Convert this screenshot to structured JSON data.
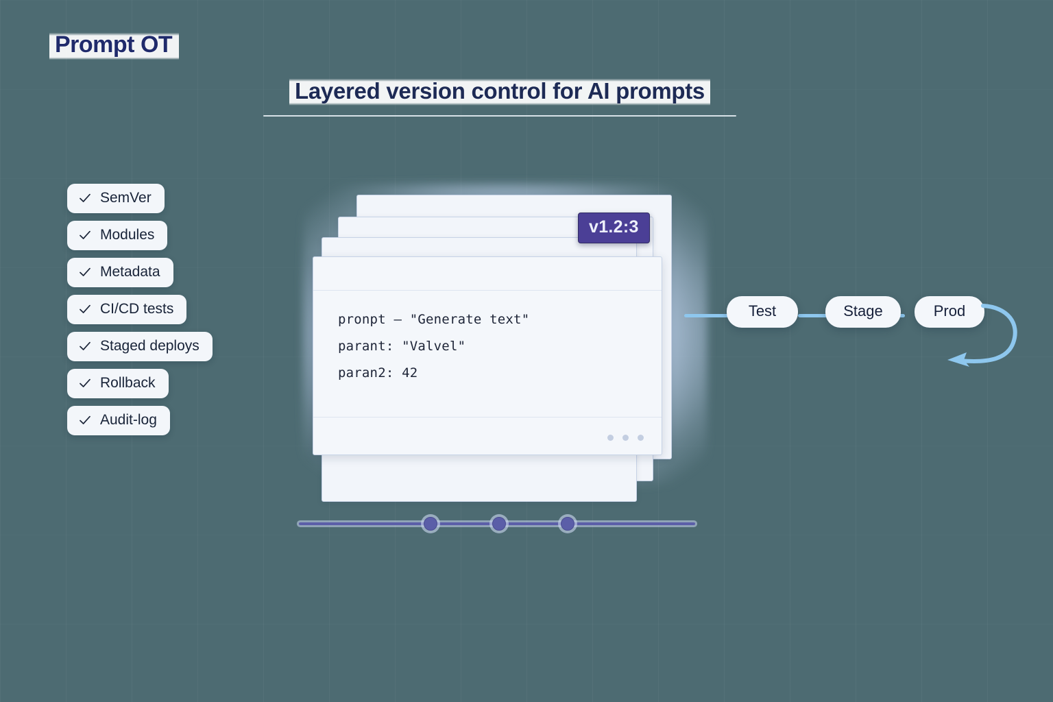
{
  "brand": {
    "name": "Prompt OT"
  },
  "header": {
    "title": "Layered version control for AI prompts"
  },
  "features": {
    "items": [
      {
        "label": "SemVer",
        "icon": "check-icon"
      },
      {
        "label": "Modules",
        "icon": "check-icon"
      },
      {
        "label": "Metadata",
        "icon": "check-icon"
      },
      {
        "label": "CI/CD tests",
        "icon": "check-icon"
      },
      {
        "label": "Staged deploys",
        "icon": "check-icon"
      },
      {
        "label": "Rollback",
        "icon": "check-icon"
      },
      {
        "label": "Audit-log",
        "icon": "check-icon"
      }
    ]
  },
  "card_stack": {
    "layers": 4,
    "version_badge": "v1.2:3",
    "code_lines": [
      "pronpt – \"Generate text\"",
      "parant: \"Valvel\"",
      "paran2: 42"
    ],
    "overflow_dots": 3
  },
  "timeline": {
    "commit_count": 3,
    "dot_positions": [
      192,
      292,
      392
    ]
  },
  "pipeline": {
    "stages": [
      {
        "label": "Test"
      },
      {
        "label": "Stage"
      },
      {
        "label": "Prod"
      }
    ],
    "rollback_arrow": "rollback-arrow-icon"
  },
  "colors": {
    "background": "#4d6b72",
    "card": "#f4f7fb",
    "badge_purple": "#4b3f96",
    "pipeline_blue": "#8ec7ee",
    "timeline_purple": "#5b5ea8",
    "ink": "#1d2437"
  }
}
